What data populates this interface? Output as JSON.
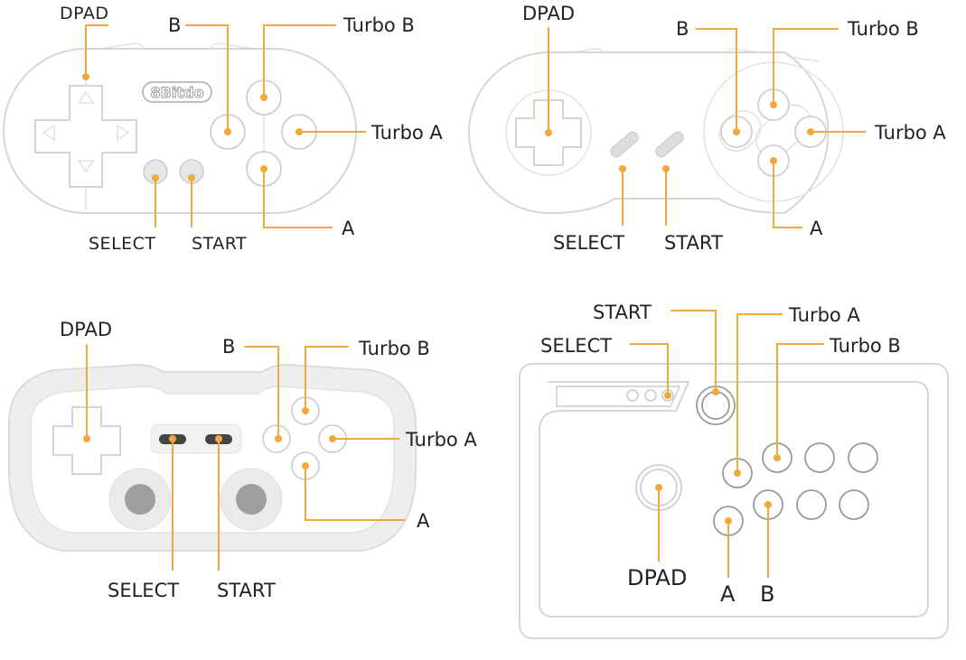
{
  "diagrams": [
    {
      "id": "zero",
      "brand_logo": "8Bitdo",
      "labels": {
        "dpad": "DPAD",
        "b": "B",
        "turbo_b": "Turbo B",
        "turbo_a": "Turbo A",
        "a": "A",
        "select": "SELECT",
        "start": "START"
      }
    },
    {
      "id": "snes",
      "labels": {
        "dpad": "DPAD",
        "b": "B",
        "turbo_b": "Turbo B",
        "turbo_a": "Turbo A",
        "a": "A",
        "select": "SELECT",
        "start": "START"
      }
    },
    {
      "id": "retro",
      "labels": {
        "dpad": "DPAD",
        "b": "B",
        "turbo_b": "Turbo B",
        "turbo_a": "Turbo A",
        "a": "A",
        "select": "SELECT",
        "start": "START"
      }
    },
    {
      "id": "arcade-stick",
      "labels": {
        "start": "START",
        "select": "SELECT",
        "turbo_a": "Turbo A",
        "turbo_b": "Turbo B",
        "dpad": "DPAD",
        "a": "A",
        "b": "B"
      }
    }
  ],
  "colors": {
    "leader": "#f0a93b",
    "outline": "#d6d6d6",
    "label_text": "#222222"
  }
}
